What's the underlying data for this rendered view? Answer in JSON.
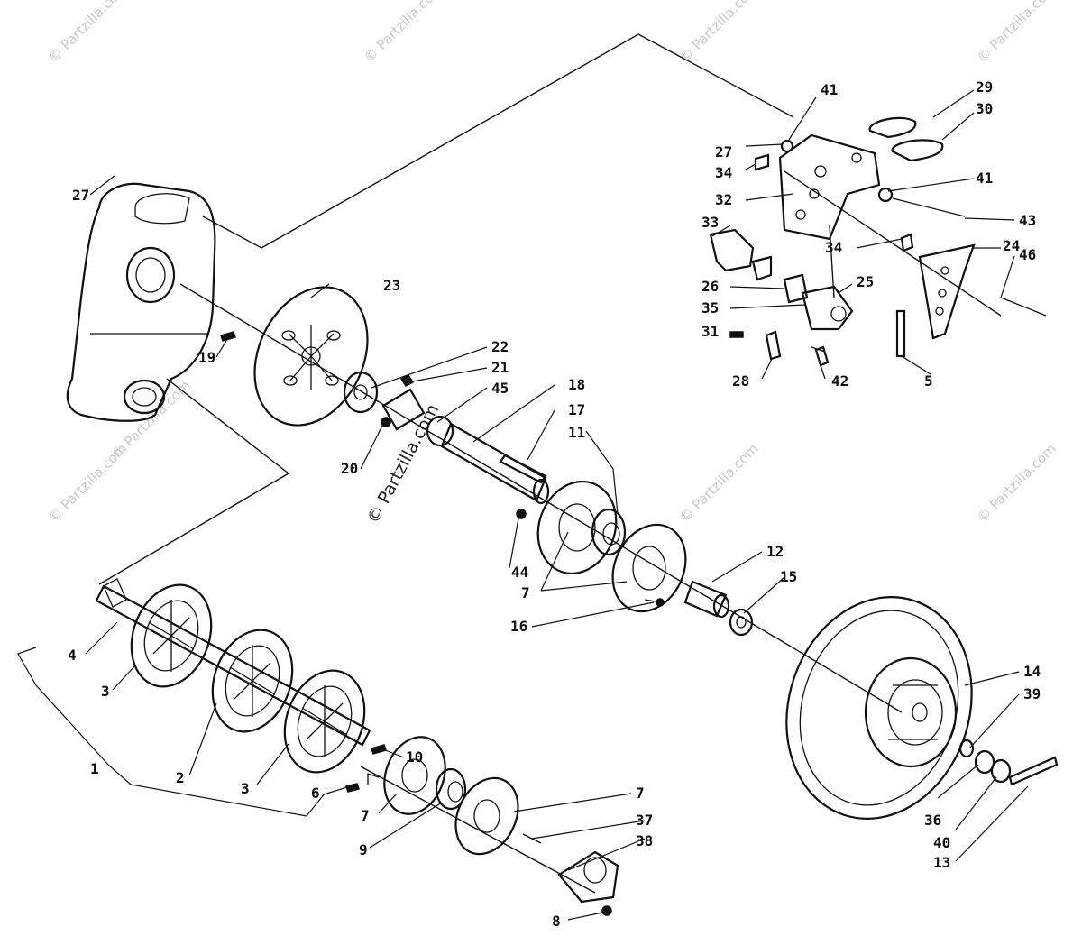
{
  "watermark": {
    "corner_text": "© Partzilla.com",
    "center_text": "© Partzilla.com"
  },
  "callouts": [
    "1",
    "2",
    "3",
    "3",
    "4",
    "5",
    "6",
    "7",
    "7",
    "7",
    "7",
    "8",
    "9",
    "10",
    "11",
    "12",
    "13",
    "14",
    "15",
    "16",
    "17",
    "18",
    "19",
    "20",
    "21",
    "22",
    "23",
    "24",
    "25",
    "26",
    "27",
    "27",
    "28",
    "29",
    "30",
    "31",
    "32",
    "33",
    "34",
    "34",
    "35",
    "36",
    "37",
    "38",
    "39",
    "40",
    "41",
    "41",
    "42",
    "43",
    "44",
    "45",
    "46"
  ]
}
